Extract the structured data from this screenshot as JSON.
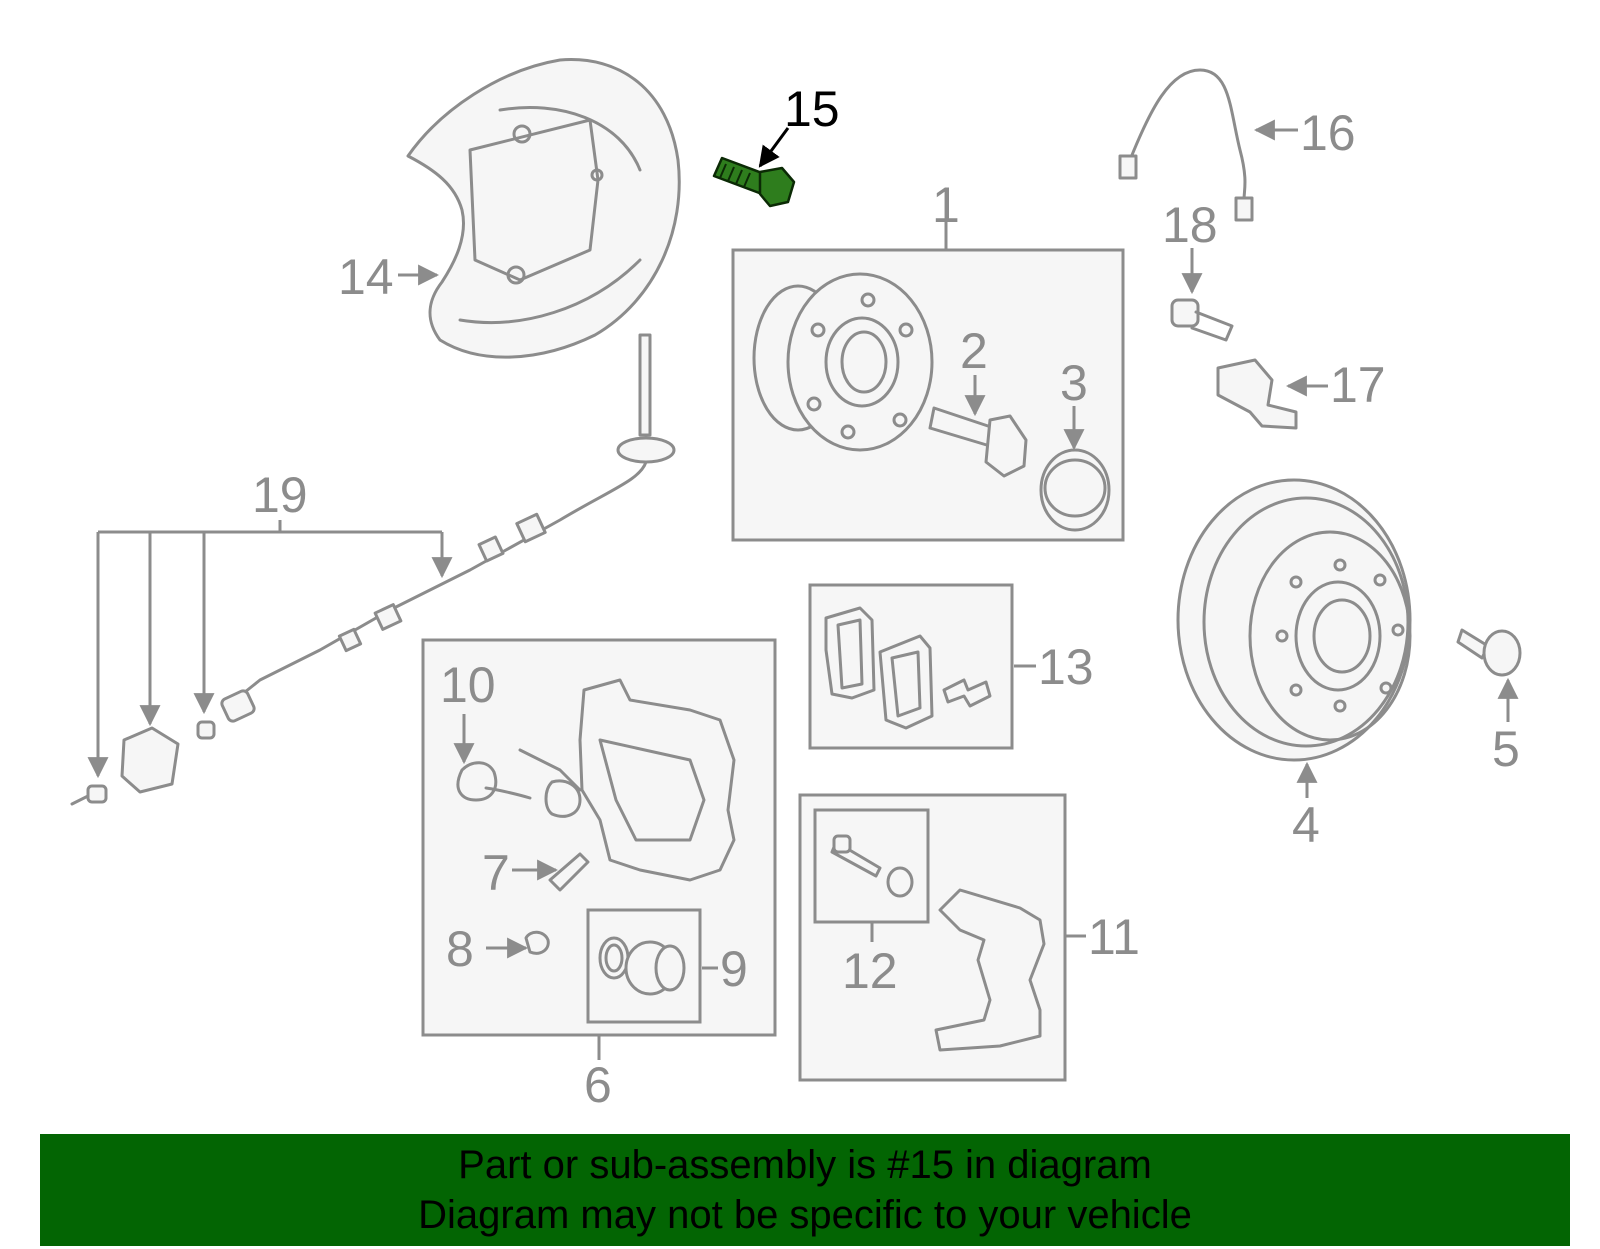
{
  "callouts": {
    "c1": "1",
    "c2": "2",
    "c3": "3",
    "c4": "4",
    "c5": "5",
    "c6": "6",
    "c7": "7",
    "c8": "8",
    "c9": "9",
    "c10": "10",
    "c11": "11",
    "c12": "12",
    "c13": "13",
    "c14": "14",
    "c15": "15",
    "c16": "16",
    "c17": "17",
    "c18": "18",
    "c19": "19"
  },
  "highlighted_part": "15",
  "colors": {
    "highlight": "#2e7d1d",
    "banner": "#036503",
    "line": "#8c8c8c"
  },
  "banner": {
    "line1": "Part or sub-assembly is #15 in diagram",
    "line2": "Diagram may not be specific to your vehicle"
  }
}
